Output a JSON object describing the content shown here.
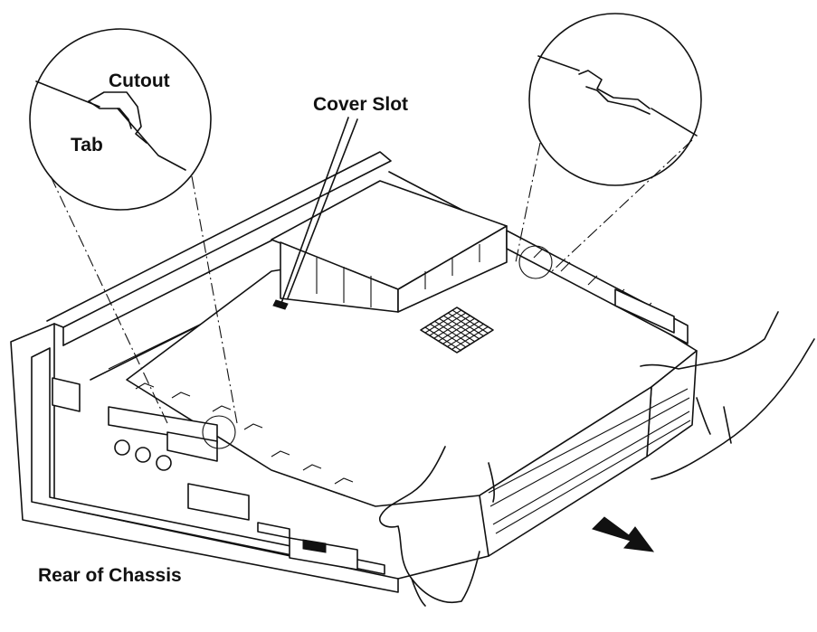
{
  "labels": {
    "cutout": "Cutout",
    "tab": "Tab",
    "cover_slot": "Cover Slot",
    "rear_of_chassis": "Rear of Chassis"
  },
  "colors": {
    "line": "#111111",
    "background": "#ffffff"
  },
  "icons": {
    "direction_arrow": "arrow-right-down-icon"
  }
}
